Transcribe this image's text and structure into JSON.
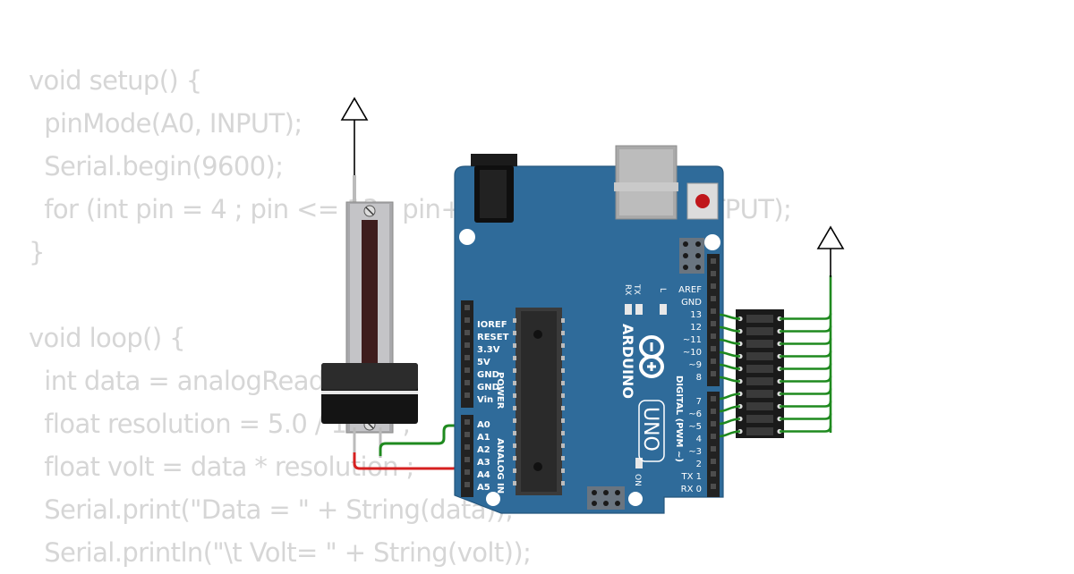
{
  "code_lines": [
    "void setup() {",
    "  pinMode(A0, INPUT);",
    "  Serial.begin(9600);",
    "  for (int pin = 4 ; pin <= 13 ; pin++) pinMode(pin, OUTPUT);",
    "}",
    "",
    "void loop() {",
    "  int data = analogRead(A0);",
    "  float resolution = 5.0 / 1023 ;",
    "  float volt = data * resolution ;",
    "  Serial.print(\"Data = \" + String(data));",
    "  Serial.println(\"\\t Volt= \" + String(volt));"
  ],
  "board": {
    "brand": "ARDUINO",
    "model": "UNO",
    "on_label": "ON",
    "l_label": "L",
    "tx_label": "TX",
    "rx_label": "RX",
    "power_section": "POWER",
    "analog_section": "ANALOG IN",
    "digital_section": "DIGITAL (PWM ~)",
    "power_pins": [
      "IOREF",
      "RESET",
      "3.3V",
      "5V",
      "GND",
      "GND",
      "Vin"
    ],
    "analog_pins": [
      "A0",
      "A1",
      "A2",
      "A3",
      "A4",
      "A5"
    ],
    "digital_pins_top": [
      "AREF",
      "GND",
      "13",
      "12",
      "~11",
      "~10",
      "~9",
      "8"
    ],
    "digital_pins_bottom": [
      "7",
      "~6",
      "~5",
      "4",
      "~3",
      "2",
      "TX 1",
      "RX 0"
    ]
  },
  "colors": {
    "board": "#2f6b9a",
    "wire_power": "#d62020",
    "wire_signal": "#1f8a1f",
    "code_text": "#d6d6d6"
  },
  "icons": [
    "arduino-logo-icon",
    "vcc-arrow-icon",
    "reset-button-icon"
  ]
}
